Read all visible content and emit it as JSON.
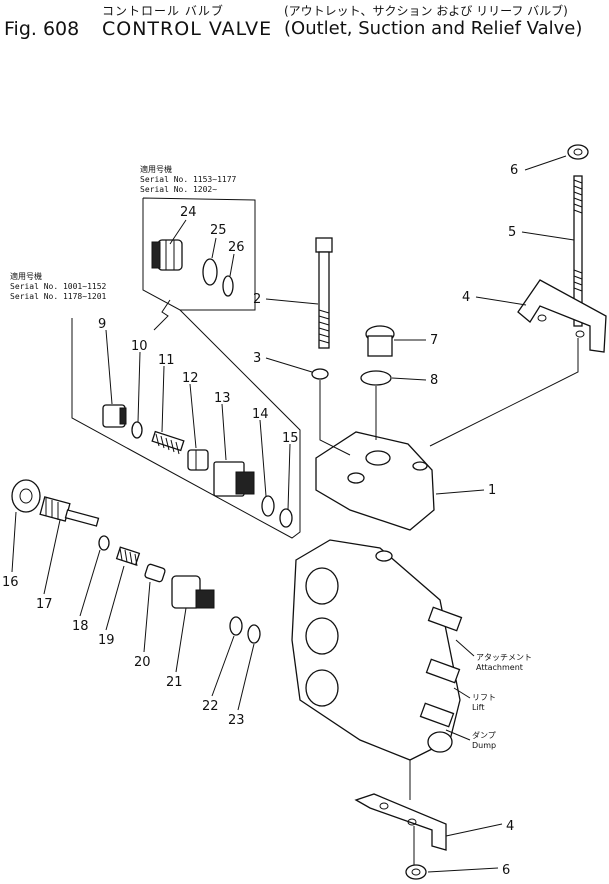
{
  "header": {
    "fig_label": "Fig. 608",
    "title_jp": "コントロール バルブ",
    "title_en": "CONTROL VALVE",
    "subtitle_jp": "(アウトレット、サクション および リリーフ バルブ)",
    "subtitle_en": "(Outlet, Suction and Relief Valve)"
  },
  "serial_notes": {
    "upper": {
      "heading": "適用号機",
      "line1": "Serial No. 1153~1177",
      "line2": "Serial No. 1202~"
    },
    "lower": {
      "heading": "適用号機",
      "line1": "Serial No. 1001~1152",
      "line2": "Serial No. 1178~1201"
    }
  },
  "callouts": {
    "attachment_jp": "アタッチメント",
    "attachment_en": "Attachment",
    "lift_jp": "リフト",
    "lift_en": "Lift",
    "dump_jp": "ダンプ",
    "dump_en": "Dump"
  },
  "part_numbers": {
    "p1": "1",
    "p2": "2",
    "p3": "3",
    "p4a": "4",
    "p4b": "4",
    "p5": "5",
    "p6a": "6",
    "p6b": "6",
    "p7": "7",
    "p8": "8",
    "p9": "9",
    "p10": "10",
    "p11": "11",
    "p12": "12",
    "p13": "13",
    "p14": "14",
    "p15": "15",
    "p16": "16",
    "p17": "17",
    "p18": "18",
    "p19": "19",
    "p20": "20",
    "p21": "21",
    "p22": "22",
    "p23": "23",
    "p24": "24",
    "p25": "25",
    "p26": "26"
  }
}
